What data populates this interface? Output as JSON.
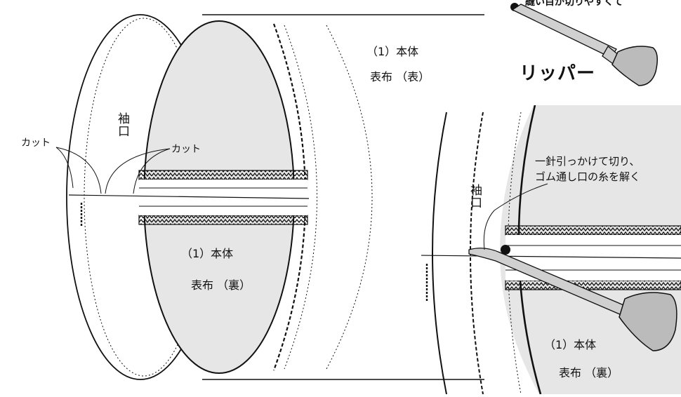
{
  "left_figure": {
    "outer_label_line1": "（1）本体",
    "outer_label_line2": "表布 （表）",
    "inner_label_line1": "（1）本体",
    "inner_label_line2": "表布 （裏）",
    "cuff_label": "袖口",
    "cut_label_left": "カット",
    "cut_label_right": "カット"
  },
  "top_right": {
    "partial_caption": "縫い目が切りやすくて",
    "tool_name": "リッパー"
  },
  "right_figure": {
    "cuff_label": "袖口",
    "instruction_line1": "一針引っかけて切り、",
    "instruction_line2": "ゴム通し口の糸を解く",
    "inner_label_line1": "（1）本体",
    "inner_label_line2": "表布 （裏）"
  },
  "colors": {
    "fabric_inside": "#e6e6e6",
    "line": "#111111",
    "ripper_fill": "#bbbbbb"
  }
}
